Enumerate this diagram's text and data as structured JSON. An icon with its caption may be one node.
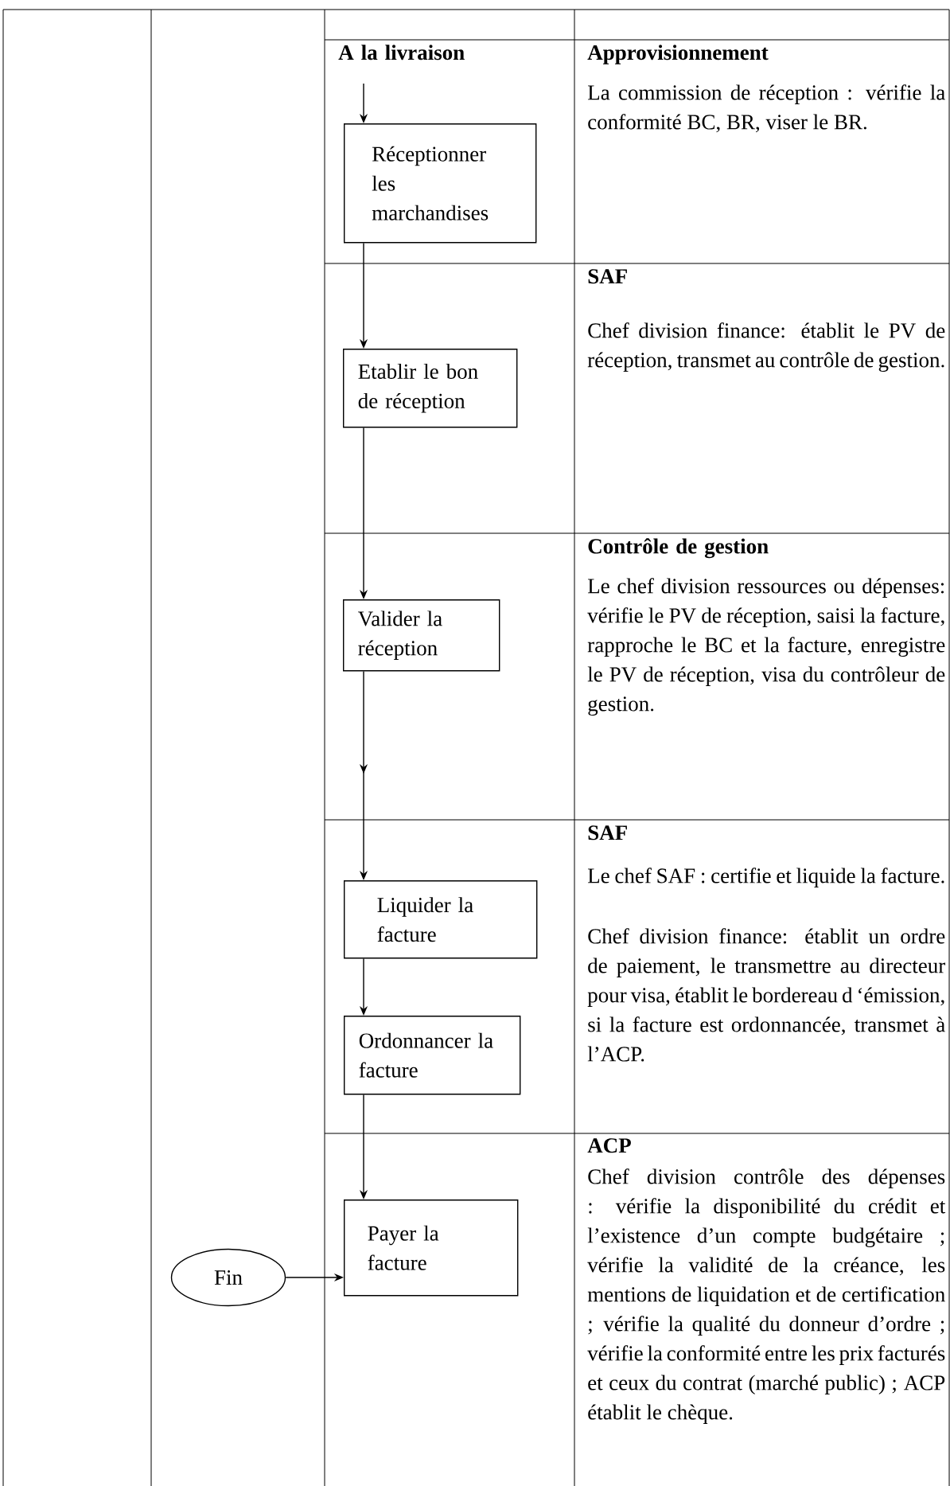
{
  "diagram": {
    "nodes": [
      {
        "text": [
          "Réceptionner les marchandises"
        ]
      },
      {
        "text": [
          "Etablir le bon de réception"
        ]
      },
      {
        "text": [
          "Valider la réception"
        ]
      },
      {
        "text": [
          "Liquider la facture"
        ]
      },
      {
        "text": [
          "Ordonnancer la facture"
        ]
      },
      {
        "text": [
          "Payer la facture"
        ]
      },
      {
        "text": [
          "Fin"
        ]
      }
    ],
    "edges": [
      {
        "from": null,
        "to": 0,
        "arrow": "to"
      },
      {
        "from": 0,
        "to": 1,
        "arrow": "to"
      },
      {
        "from": 1,
        "to": 2,
        "arrow": "to"
      },
      {
        "from": 2,
        "to": 3,
        "arrow": "to"
      },
      {
        "from": 3,
        "to": 4,
        "arrow": "to"
      },
      {
        "from": 4,
        "to": 5,
        "arrow": "to"
      },
      {
        "from": 6,
        "to": 5,
        "arrow": "to"
      }
    ],
    "labels": [
      "A la livraison",
      "Approvisionnement",
      "La commission de réception : vérifie la conformité BC, BR, viser le BR.",
      "SAF",
      "Chef division finance: établit le PV de réception, transmet au contrôle de gestion.",
      "Contrôle de gestion",
      "Le chef division ressources ou dépenses: vérifie le PV de réception, saisi la facture, rapproche le BC et la facture, enregistre le PV de réception, visa du contrôleur de gestion.",
      "SAF",
      "Le chef SAF : certifie et liquide la facture.",
      "Chef division finance: établit un ordre de paiement, le transmettre au directeur pour visa, établit le bordereau d ‘émission, si la facture est ordonnancée, transmet à l’ACP.",
      "ACP",
      "Chef division contrôle des dépenses : vérifie la disponibilité du crédit et l’existence d’un compte budgétaire ; vérifie la validité de la créance, les mentions de liquidation et de certification ; vérifie la qualité du donneur d’ordre ; vérifie la conformité entre les prix facturés et ceux du contrat (marché public) ; ACP établit le chèque."
    ]
  }
}
